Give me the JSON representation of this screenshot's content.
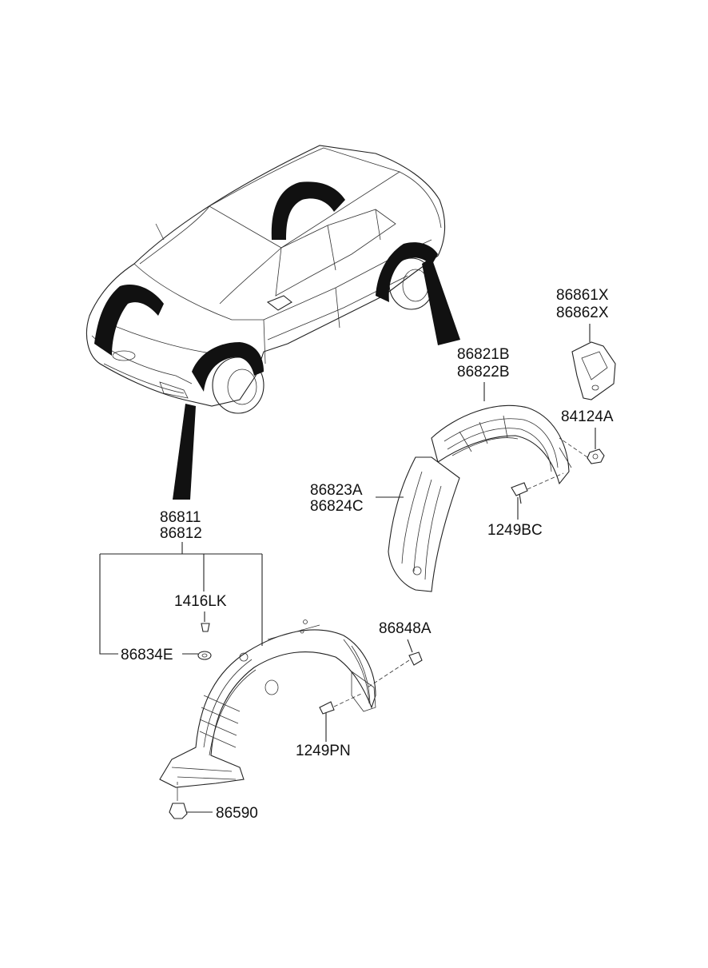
{
  "labels": {
    "p86861X": "86861X",
    "p86862X": "86862X",
    "p86821B": "86821B",
    "p86822B": "86822B",
    "p84124A": "84124A",
    "p86823A": "86823A",
    "p86824C": "86824C",
    "p1249BC": "1249BC",
    "p86811": "86811",
    "p86812": "86812",
    "p1416LK": "1416LK",
    "p86834E": "86834E",
    "p86848A": "86848A",
    "p1249PN": "1249PN",
    "p86590": "86590"
  },
  "colors": {
    "line": "#222222",
    "highlight": "#111111",
    "background": "#ffffff"
  }
}
